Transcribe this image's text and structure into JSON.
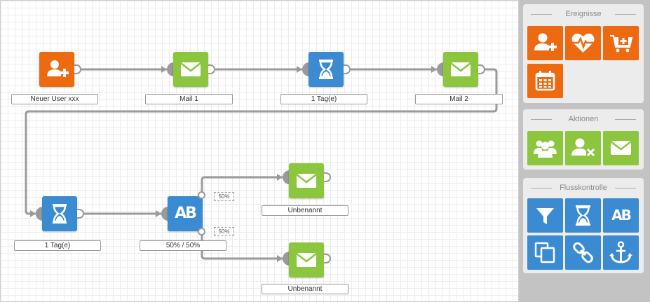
{
  "canvas": {
    "nodes": [
      {
        "id": "trigger-new-user",
        "label": "Neuer User xxx",
        "icon": "user-add-icon",
        "color": "#ee6a10"
      },
      {
        "id": "mail-1",
        "label": "Mail 1",
        "icon": "envelope-icon",
        "color": "#8cc63f"
      },
      {
        "id": "wait-1",
        "label": "1 Tag(e)",
        "icon": "hourglass-icon",
        "color": "#3a8bd2"
      },
      {
        "id": "mail-2",
        "label": "Mail 2",
        "icon": "envelope-icon",
        "color": "#8cc63f"
      },
      {
        "id": "wait-2",
        "label": "1 Tag(e)",
        "icon": "hourglass-icon",
        "color": "#3a8bd2"
      },
      {
        "id": "ab-split",
        "label": "50% / 50%",
        "icon": "ab-icon",
        "icon_text": "AB",
        "color": "#3a8bd2"
      },
      {
        "id": "mail-a",
        "label": "Unbenannt",
        "icon": "envelope-icon",
        "color": "#8cc63f"
      },
      {
        "id": "mail-b",
        "label": "Unbenannt",
        "icon": "envelope-icon",
        "color": "#8cc63f"
      }
    ],
    "split_percentages": [
      "50%",
      "50%"
    ]
  },
  "sidebar": {
    "events": {
      "title": "Ereignisse",
      "tools": [
        {
          "icon": "user-add-icon",
          "color": "#ee6a10"
        },
        {
          "icon": "heartbeat-icon",
          "color": "#ee6a10"
        },
        {
          "icon": "cart-add-icon",
          "color": "#ee6a10"
        },
        {
          "icon": "calendar-icon",
          "color": "#ee6a10"
        }
      ]
    },
    "actions": {
      "title": "Aktionen",
      "tools": [
        {
          "icon": "users-group-icon",
          "color": "#8cc63f"
        },
        {
          "icon": "user-remove-icon",
          "color": "#8cc63f"
        },
        {
          "icon": "envelope-icon",
          "color": "#8cc63f"
        }
      ]
    },
    "flow_control": {
      "title": "Flusskontrolle",
      "tools": [
        {
          "icon": "filter-icon",
          "color": "#3a8bd2"
        },
        {
          "icon": "hourglass-icon",
          "color": "#3a8bd2"
        },
        {
          "icon": "ab-icon",
          "text": "AB",
          "color": "#3a8bd2"
        },
        {
          "icon": "copy-icon",
          "color": "#3a8bd2"
        },
        {
          "icon": "link-icon",
          "color": "#3a8bd2"
        },
        {
          "icon": "anchor-icon",
          "color": "#3a8bd2"
        }
      ]
    }
  }
}
